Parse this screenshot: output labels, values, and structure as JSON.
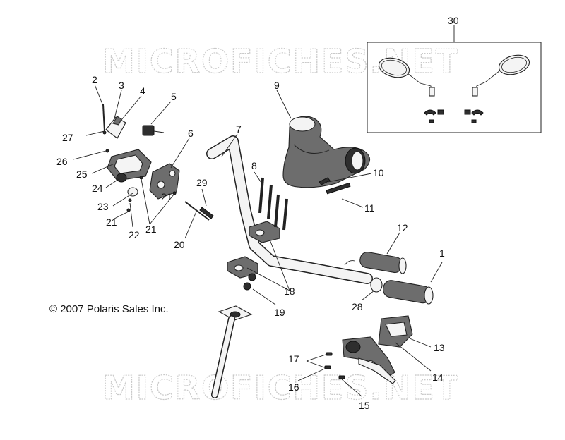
{
  "watermark": "MICROFICHES.NET",
  "copyright": "© 2007 Polaris Sales Inc.",
  "callouts": [
    "1",
    "2",
    "3",
    "4",
    "5",
    "6",
    "7",
    "8",
    "9",
    "10",
    "11",
    "12",
    "13",
    "14",
    "15",
    "16",
    "17",
    "18",
    "19",
    "20",
    "21",
    "21",
    "21",
    "22",
    "23",
    "24",
    "25",
    "26",
    "27",
    "28",
    "29",
    "30"
  ]
}
